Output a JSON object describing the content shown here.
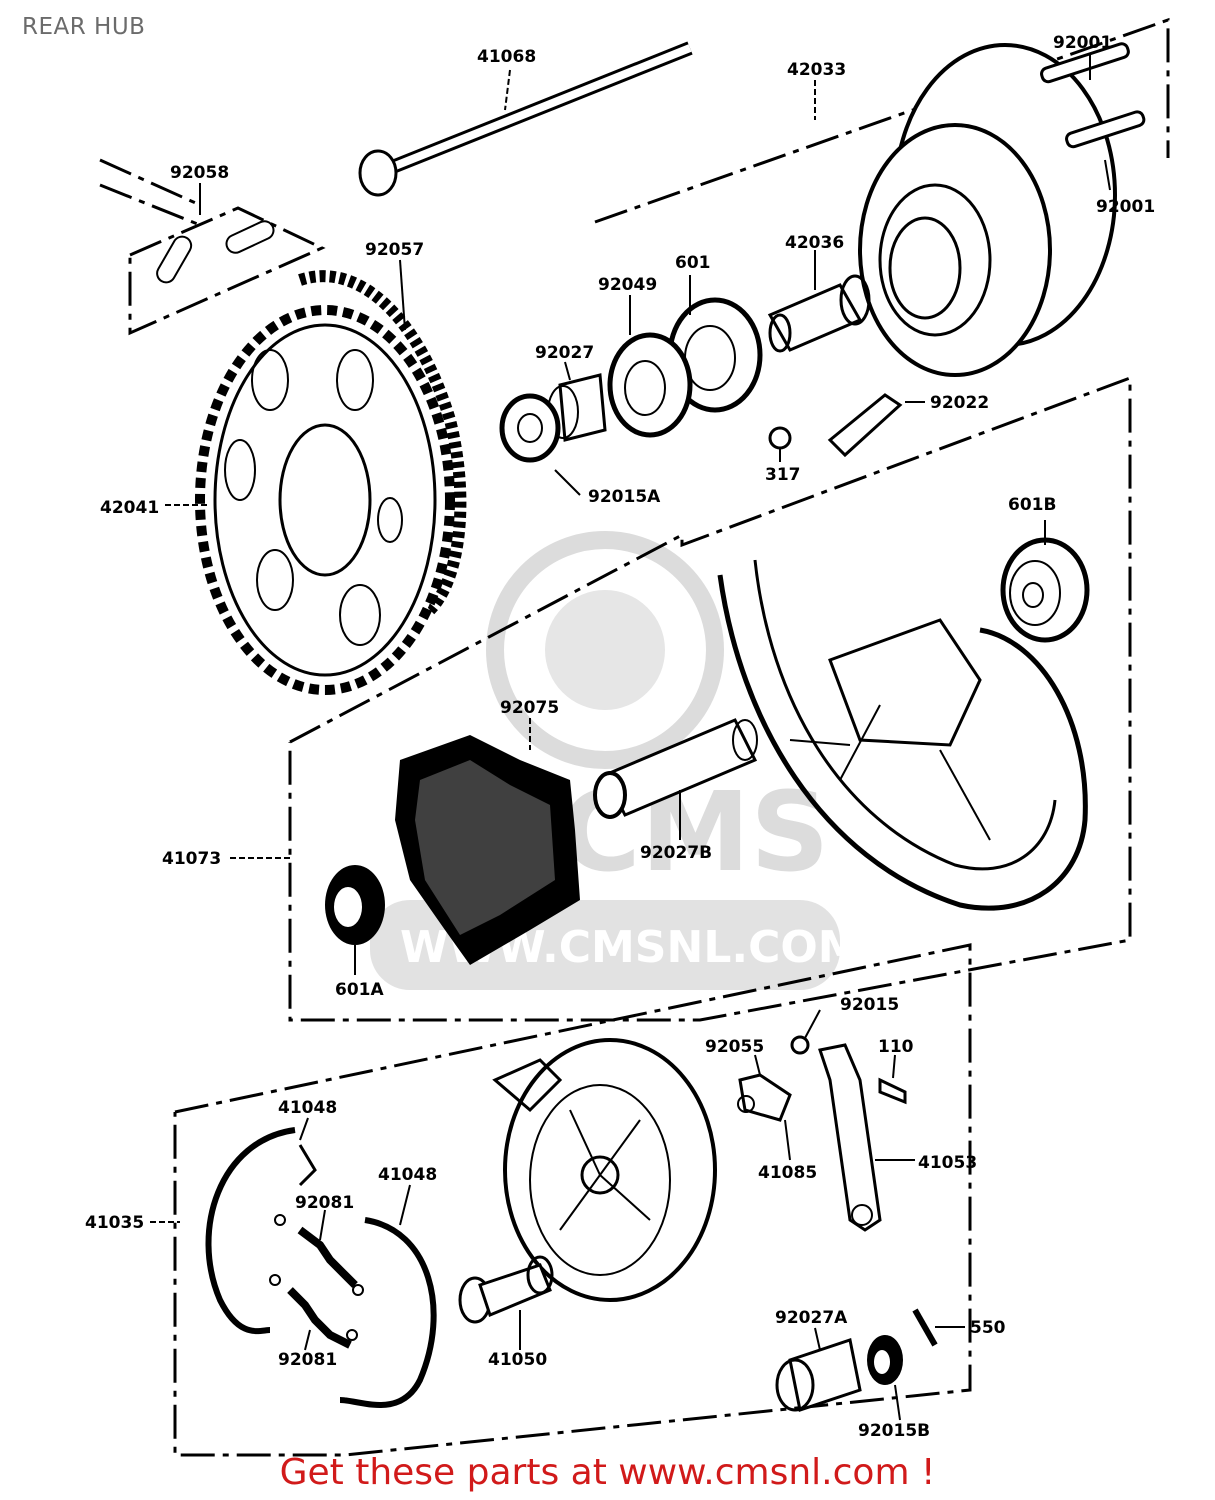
{
  "header": {
    "title": "REAR HUB"
  },
  "footer": {
    "text": "Get these parts at www.cmsnl.com !"
  },
  "watermark": {
    "logo_text": "CMS",
    "url_text": "WWW.CMSNL.COM",
    "color": "#d6d6d6"
  },
  "labels": {
    "p41068": "41068",
    "p42033": "42033",
    "p92001a": "92001",
    "p92001b": "92001",
    "p92058": "92058",
    "p92057": "92057",
    "p42036": "42036",
    "p601": "601",
    "p92049": "92049",
    "p92027": "92027",
    "p92022": "92022",
    "p317": "317",
    "p92015A": "92015A",
    "p42041": "42041",
    "p601B": "601B",
    "p92075": "92075",
    "p41073": "41073",
    "p92027B": "92027B",
    "p601A": "601A",
    "p92015": "92015",
    "p92055": "92055",
    "p110": "110",
    "p41048a": "41048",
    "p41048b": "41048",
    "p41085": "41085",
    "p41053": "41053",
    "p41035": "41035",
    "p92081a": "92081",
    "p92081b": "92081",
    "p41050": "41050",
    "p92027A": "92027A",
    "p550": "550",
    "p92015B": "92015B"
  }
}
